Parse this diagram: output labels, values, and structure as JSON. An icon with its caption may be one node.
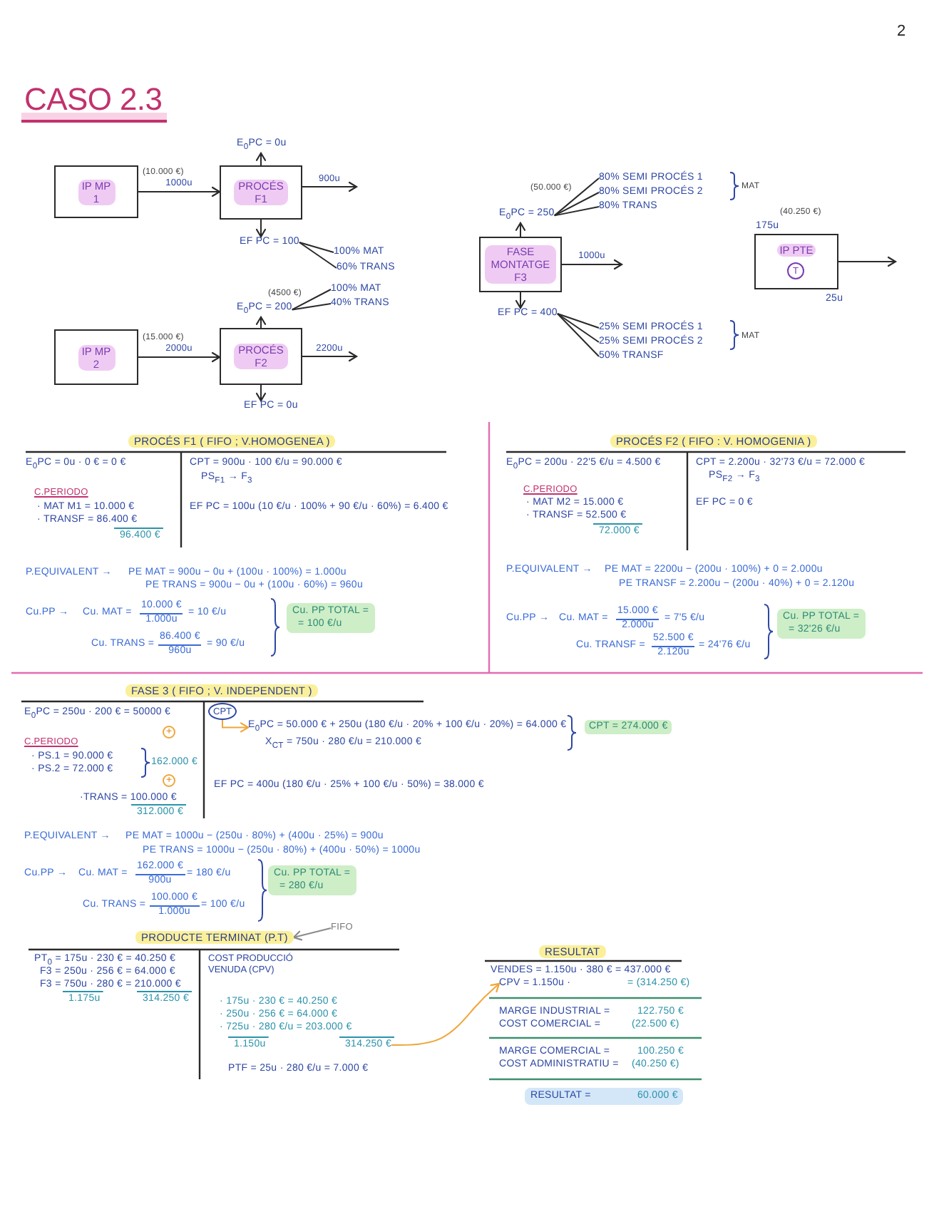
{
  "diagram": {
    "title": "CASO 2.3",
    "nodes": [
      {
        "text": [
          "IP MP 1"
        ]
      },
      {
        "text": [
          "PROCÉS F1"
        ]
      },
      {
        "text": [
          "E$_{0}$PC = 0u"
        ]
      },
      {
        "text": [
          "EF PC = 100"
        ]
      },
      {
        "text": [
          "100% MAT"
        ]
      },
      {
        "text": [
          "60% TRANS"
        ]
      },
      {
        "text": [
          "IP MP 2"
        ]
      },
      {
        "text": [
          "PROCÉS F2"
        ]
      },
      {
        "text": [
          "E$_{0}$PC = 200"
        ],
        "beside": [
          "(4500 €)"
        ]
      },
      {
        "text": [
          "100% MAT"
        ]
      },
      {
        "text": [
          "40% TRANS"
        ]
      },
      {
        "text": [
          "EF PC = 0u"
        ]
      },
      {
        "text": [
          "FASE MONTATGE F3"
        ]
      },
      {
        "text": [
          "E$_{0}$PC = 250"
        ],
        "beside": [
          "(50.000 €)"
        ]
      },
      {
        "text": [
          "80% SEMI PROCÉS 1"
        ]
      },
      {
        "text": [
          "80% SEMI PROCÉS 2"
        ]
      },
      {
        "text": [
          "80% TRANS"
        ]
      },
      {
        "text": [
          "EF PC = 400"
        ]
      },
      {
        "text": [
          "25% SEMI PROCÉS 1"
        ]
      },
      {
        "text": [
          "25% SEMI PROCÉS 2"
        ]
      },
      {
        "text": [
          "50% TRANSF"
        ]
      },
      {
        "text": [
          "IP PTE"
        ],
        "beside": [
          "(40.250 €)",
          "175u",
          "25u"
        ]
      },
      {
        "text": [
          "T"
        ],
        "in": 21
      },
      {
        "text": [
          "CPT"
        ]
      },
      {
        "text": [
          "E$_{0}$PC = 50.000 € + 250u (180 €/u · 20% + 100 €/u · 20%) = 64.000 €"
        ]
      },
      {
        "text": [
          "+"
        ]
      },
      {
        "text": [
          "+"
        ]
      },
      {
        "text": [
          "PRODUCTE TERMINAT (P.T)"
        ]
      },
      {
        "text": [
          "FIFO"
        ]
      },
      {
        "text": [
          "314.250 €"
        ]
      },
      {
        "text": [
          "CPV = 1.150u ·"
        ]
      }
    ],
    "edges": [
      {
        "from": 0,
        "to": 1,
        "arrow": "to",
        "label": "1000u"
      },
      {
        "from": 1,
        "to": 2,
        "arrow": "to"
      },
      {
        "from": 1,
        "to": null,
        "arrow": "to",
        "label": "900u"
      },
      {
        "from": 1,
        "to": 3,
        "arrow": "to"
      },
      {
        "from": 3,
        "to": 4,
        "arrow": "none"
      },
      {
        "from": 3,
        "to": 5,
        "arrow": "none"
      },
      {
        "from": 6,
        "to": 7,
        "arrow": "to",
        "label": "2000u"
      },
      {
        "from": 7,
        "to": 8,
        "arrow": "to"
      },
      {
        "from": 8,
        "to": 9,
        "arrow": "none"
      },
      {
        "from": 8,
        "to": 10,
        "arrow": "none"
      },
      {
        "from": 7,
        "to": null,
        "arrow": "to",
        "label": "2200u"
      },
      {
        "from": 7,
        "to": 11,
        "arrow": "to"
      },
      {
        "from": 12,
        "to": 13,
        "arrow": "to"
      },
      {
        "from": 13,
        "to": 14,
        "arrow": "none"
      },
      {
        "from": 13,
        "to": 15,
        "arrow": "none"
      },
      {
        "from": 13,
        "to": 16,
        "arrow": "none"
      },
      {
        "from": 12,
        "to": null,
        "arrow": "to",
        "label": "1000u"
      },
      {
        "from": 12,
        "to": 17,
        "arrow": "to"
      },
      {
        "from": 17,
        "to": 18,
        "arrow": "none"
      },
      {
        "from": 17,
        "to": 19,
        "arrow": "none"
      },
      {
        "from": 17,
        "to": 20,
        "arrow": "none"
      },
      {
        "from": 21,
        "to": null,
        "arrow": "to"
      },
      {
        "from": 23,
        "to": 24,
        "arrow": "to",
        "color": "#f0a53a"
      },
      {
        "from": 28,
        "to": 27,
        "arrow": "to",
        "color": "#8a8a8a"
      },
      {
        "from": 29,
        "to": 30,
        "arrow": "to",
        "color": "#f0a53a"
      }
    ],
    "labels": [
      "2",
      "(10.000 €)",
      "(15.000 €)",
      "MAT",
      "MAT",
      "PROCÉS F1 ( FIFO ; V.HOMOGENEA )",
      "E$_{0}$PC = 0u · 0 € = 0 €",
      "CPT = 900u · 100 €/u = 90.000 €",
      "PS$_{F1}$ → F$_{3}$",
      "C.PERIODO",
      "· MAT M1 = 10.000 €",
      "EF PC = 100u (10 €/u · 100% + 90 €/u · 60%) = 6.400 €",
      "· TRANSF = 86.400 €",
      "96.400 €",
      "P.EQUIVALENT →",
      "PE MAT = 900u − 0u + (100u · 100%) = 1.000u",
      "PE TRANS = 900u − 0u + (100u · 60%) = 960u",
      "Cu.PP →",
      "Cu. MAT =",
      "10.000 €",
      "1.000u",
      "= 10 €/u",
      "Cu. PP TOTAL =",
      "= 100 €/u",
      "Cu. TRANS =",
      "86.400 €",
      "960u",
      "= 90 €/u",
      "PROCÉS F2 ( FIFO : V. HOMOGENIA )",
      "E$_{0}$PC = 200u · 22'5 €/u = 4.500 €",
      "CPT = 2.200u · 32'73 €/u = 72.000 €",
      "PS$_{F2}$ → F$_{3}$",
      "C.PERIODO",
      "· MAT M2 = 15.000 €",
      "EF PC = 0 €",
      "· TRANSF = 52.500 €",
      "72.000 €",
      "P.EQUIVALENT →",
      "PE MAT = 2200u − (200u · 100%) + 0 = 2.000u",
      "PE TRANSF = 2.200u − (200u · 40%) + 0 = 2.120u",
      "Cu.PP →",
      "Cu. MAT =",
      "15.000 €",
      "2.000u",
      "= 7'5 €/u",
      "Cu. PP TOTAL =",
      "= 32'26 €/u",
      "Cu. TRANSF =",
      "52.500 €",
      "2.120u",
      "= 24'76 €/u",
      "FASE 3 ( FIFO ; V. INDEPENDENT )",
      "E$_{0}$PC = 250u · 200 € = 50000 €",
      "CPT = 274.000 €",
      "C.PERIODO",
      "X$_{CT}$ = 750u · 280 €/u = 210.000 €",
      "· PS.1 = 90.000 €",
      "162.000 €",
      "· PS.2 = 72.000 €",
      "EF PC = 400u (180 €/u · 25% + 100 €/u · 50%) = 38.000 €",
      "·TRANS = 100.000 €",
      "312.000 €",
      "P.EQUIVALENT →",
      "PE MAT = 1000u − (250u · 80%) + (400u · 25%) = 900u",
      "PE TRANS = 1000u − (250u · 80%) + (400u · 50%) = 1000u",
      "Cu.PP →",
      "Cu. MAT =",
      "162.000 €",
      "900u",
      "= 180 €/u",
      "Cu. PP TOTAL =",
      "= 280 €/u",
      "Cu. TRANS =",
      "100.000 €",
      "1.000u",
      "= 100 €/u",
      "PT$_{0}$ = 175u · 230 € = 40.250 €",
      "COST PRODUCCIÓ VENUDA (CPV)",
      "F3 = 250u · 256 € = 64.000 €",
      "F3 = 750u · 280 € = 210.000 €",
      "1.175u",
      "314.250 €",
      "· 175u · 230 € = 40.250 €",
      "· 250u · 256 € = 64.000 €",
      "· 725u · 280 €/u = 203.000 €",
      "1.150u",
      "PTF = 25u · 280 €/u = 7.000 €",
      "RESULTAT",
      "VENDES = 1.150u · 380 € = 437.000 €",
      "= (314.250 €)",
      "MARGE INDUSTRIAL =",
      "122.750 €",
      "COST COMERCIAL =",
      "(22.500 €)",
      "MARGE COMERCIAL =",
      "100.250 €",
      "COST ADMINISTRATIU =",
      "(40.250 €)",
      "RESULTAT =",
      "60.000 €"
    ]
  }
}
